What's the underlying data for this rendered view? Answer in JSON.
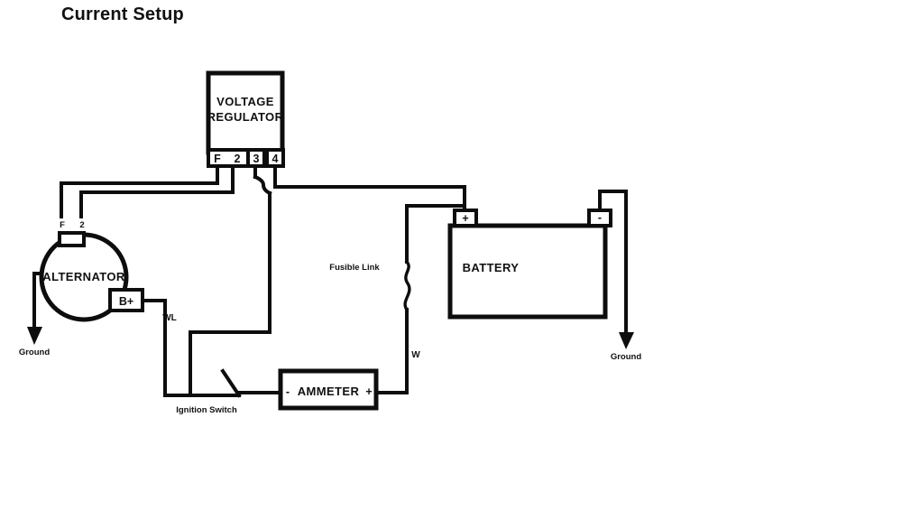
{
  "title": "Current Setup",
  "components": {
    "voltage_regulator": {
      "label_line1": "VOLTAGE",
      "label_line2": "REGULATOR",
      "terminals": [
        {
          "id": "F",
          "label": "F"
        },
        {
          "id": "2",
          "label": "2"
        },
        {
          "id": "3",
          "label": "3"
        },
        {
          "id": "4",
          "label": "4"
        }
      ]
    },
    "alternator": {
      "label": "ALTERNATOR",
      "top_terminals": [
        {
          "id": "F",
          "label": "F"
        },
        {
          "id": "2",
          "label": "2"
        }
      ],
      "output_terminal": "B+"
    },
    "battery": {
      "label": "BATTERY",
      "positive_terminal": "+",
      "negative_terminal": "-"
    },
    "ammeter": {
      "label": "AMMETER",
      "negative_terminal": "-",
      "positive_terminal": "+"
    },
    "ignition_switch": {
      "label": "Ignition Switch"
    }
  },
  "annotations": {
    "ground_left": "Ground",
    "ground_right": "Ground",
    "fusible_link": "Fusible Link",
    "wire_wl": "WL",
    "wire_w": "W"
  },
  "colors": {
    "background": "#ffffff",
    "line": "#0d0d0d",
    "text": "#111111"
  }
}
